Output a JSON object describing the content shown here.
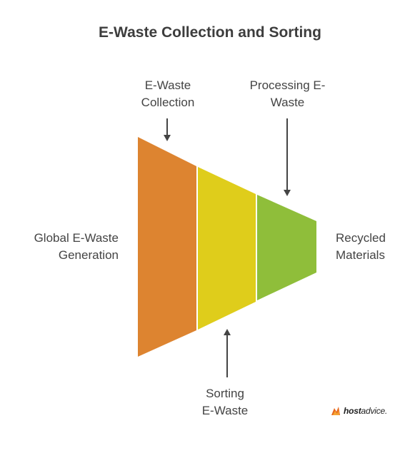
{
  "title": "E-Waste Collection and Sorting",
  "labels": {
    "collection": [
      "E-Waste",
      "Collection"
    ],
    "processing": [
      "Processing E-",
      "Waste"
    ],
    "global": [
      "Global E-Waste",
      "Generation"
    ],
    "recycled": [
      "Recycled",
      "Materials"
    ],
    "sorting": [
      "Sorting",
      "E-Waste"
    ]
  },
  "stages": [
    {
      "name": "E-Waste Collection",
      "color": "#dd8430"
    },
    {
      "name": "Sorting E-Waste",
      "color": "#dfcd1b"
    },
    {
      "name": "Processing E-Waste",
      "color": "#8fbe3a"
    }
  ],
  "arrow_color": "#444444",
  "brand": {
    "bold": "host",
    "regular": "advice."
  }
}
